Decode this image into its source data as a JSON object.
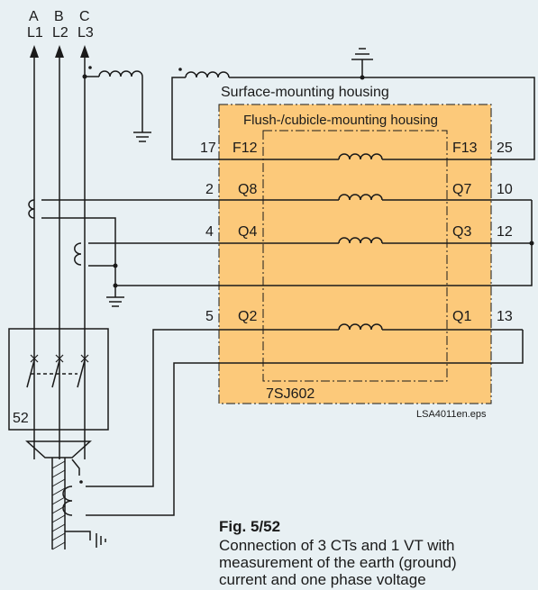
{
  "phases": {
    "a": {
      "letter": "A",
      "line": "L1"
    },
    "b": {
      "letter": "B",
      "line": "L2"
    },
    "c": {
      "letter": "C",
      "line": "L3"
    }
  },
  "housing": {
    "surface": "Surface-mounting housing",
    "flush": "Flush-/cubicle-mounting housing",
    "device": "7SJ602"
  },
  "terminals": {
    "t17": "17",
    "f12": "F12",
    "f13": "F13",
    "t25": "25",
    "t2": "2",
    "q8": "Q8",
    "q7": "Q7",
    "t10": "10",
    "t4": "4",
    "q4": "Q4",
    "q3": "Q3",
    "t12": "12",
    "t5": "5",
    "q2": "Q2",
    "q1": "Q1",
    "t13": "13"
  },
  "breaker": "52",
  "file_name": "LSA4011en.eps",
  "caption": {
    "title": "Fig. 5/52",
    "line1": "Connection of 3 CTs and 1 VT with",
    "line2": "measurement of the earth (ground)",
    "line3": "current and one phase voltage"
  },
  "colors": {
    "background": "#e8f0f3",
    "device_fill": "#fcc97a",
    "line": "#1a1a1a"
  }
}
